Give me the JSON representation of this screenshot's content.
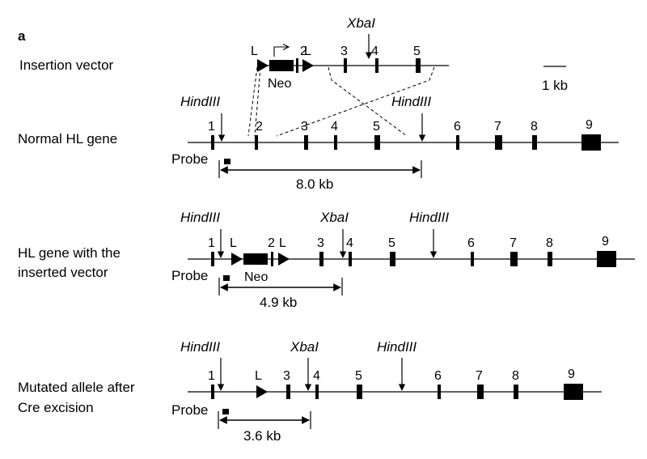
{
  "panel_label": "a",
  "scale_bar": "1 kb",
  "rows": {
    "vector": {
      "label": [
        "Insertion vector"
      ],
      "exons": [
        "2",
        "3",
        "4",
        "5"
      ],
      "loxp": [
        "L",
        "L"
      ],
      "neo": "Neo",
      "site": "XbaI"
    },
    "normal": {
      "label": [
        "Normal HL gene"
      ],
      "exons": [
        "1",
        "2",
        "3",
        "4",
        "5",
        "6",
        "7",
        "8",
        "9"
      ],
      "sites": [
        "HindIII",
        "HindIII"
      ],
      "probe": "Probe",
      "fragment": "8.0 kb"
    },
    "inserted": {
      "label": [
        "HL gene with the",
        "inserted vector"
      ],
      "exons": [
        "1",
        "2",
        "3",
        "4",
        "5",
        "6",
        "7",
        "8",
        "9"
      ],
      "loxp": [
        "L",
        "L"
      ],
      "neo": "Neo",
      "sites": [
        "HindIII",
        "XbaI",
        "HindIII"
      ],
      "probe": "Probe",
      "fragment": "4.9 kb"
    },
    "mutated": {
      "label": [
        "Mutated allele after",
        "Cre excision"
      ],
      "exons": [
        "1",
        "3",
        "4",
        "5",
        "6",
        "7",
        "8",
        "9"
      ],
      "loxp": [
        "L"
      ],
      "sites": [
        "HindIII",
        "XbaI",
        "HindIII"
      ],
      "probe": "Probe",
      "fragment": "3.6 kb"
    }
  }
}
